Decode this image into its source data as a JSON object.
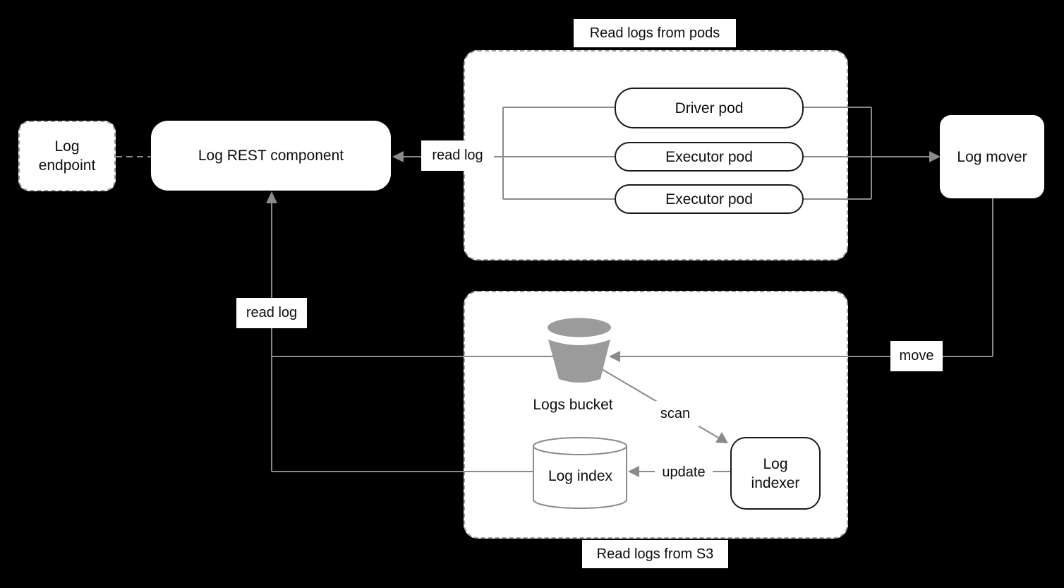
{
  "diagram": {
    "background": "#000000",
    "groups": {
      "pods": {
        "title": "Read logs from pods"
      },
      "s3": {
        "title": "Read logs from S3"
      }
    },
    "nodes": {
      "log_endpoint": {
        "label": "Log\nendpoint"
      },
      "log_rest": {
        "label": "Log REST component"
      },
      "driver_pod": {
        "label": "Driver pod"
      },
      "executor_pod_1": {
        "label": "Executor pod"
      },
      "executor_pod_2": {
        "label": "Executor pod"
      },
      "log_mover": {
        "label": "Log mover"
      },
      "logs_bucket": {
        "label": "Logs bucket"
      },
      "log_index": {
        "label": "Log index"
      },
      "log_indexer": {
        "label": "Log\nindexer"
      }
    },
    "edges": {
      "read_log_pods": {
        "label": "read log"
      },
      "read_log_s3": {
        "label": "read log"
      },
      "move": {
        "label": "move"
      },
      "scan": {
        "label": "scan"
      },
      "update": {
        "label": "update"
      }
    },
    "colors": {
      "node_fill": "#ffffff",
      "text": "#0d0d0d",
      "line": "#8a8a8a",
      "node_border": "#1a1a1a",
      "dashed_border": "#a3a3a3",
      "bucket_gray": "#9b9b9b"
    }
  }
}
